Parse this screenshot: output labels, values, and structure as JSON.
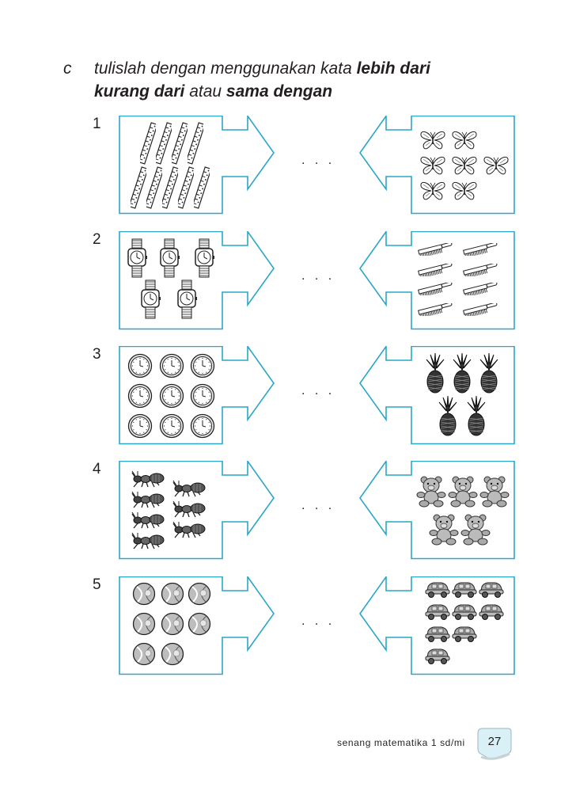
{
  "header": {
    "letter": "c",
    "line1_prefix": "tulislah dengan menggunakan kata ",
    "line1_bold": "lebih dari",
    "line2_bold1": "kurang dari",
    "line2_mid": " atau ",
    "line2_bold2": "sama dengan"
  },
  "answer_placeholder": ". . .",
  "rows": [
    {
      "number": "1",
      "left_item": "ruler-icon",
      "left_count": 9,
      "right_item": "butterfly-icon",
      "right_count": 7
    },
    {
      "number": "2",
      "left_item": "watch-icon",
      "left_count": 5,
      "right_item": "comb-icon",
      "right_count": 8
    },
    {
      "number": "3",
      "left_item": "clock-icon",
      "left_count": 9,
      "right_item": "pineapple-icon",
      "right_count": 5
    },
    {
      "number": "4",
      "left_item": "ant-icon",
      "left_count": 7,
      "right_item": "teddy-bear-icon",
      "right_count": 5
    },
    {
      "number": "5",
      "left_item": "ball-icon",
      "left_count": 8,
      "right_item": "toy-car-icon",
      "right_count": 9
    }
  ],
  "colors": {
    "frame": "#2ba6c9",
    "text": "#231f20",
    "badge_bg": "#d9f0f7"
  },
  "footer": {
    "text": "senang matematika 1 sd/mi",
    "page_number": "27"
  }
}
